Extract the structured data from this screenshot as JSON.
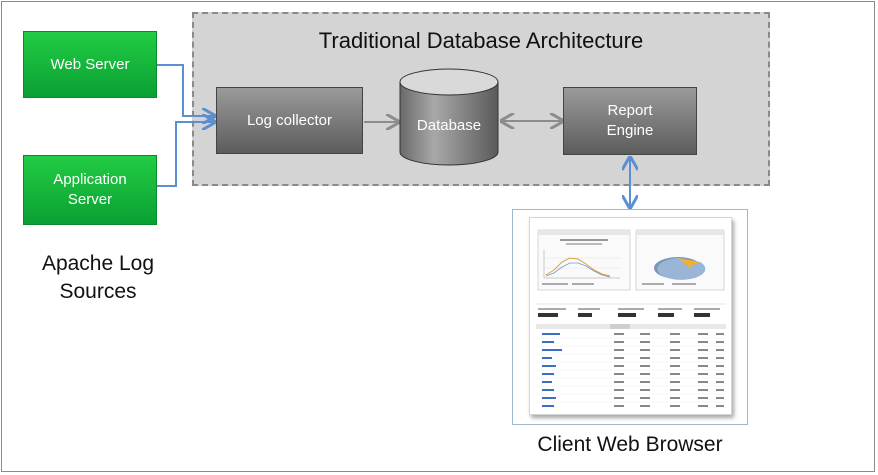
{
  "diagram": {
    "title": "Traditional Database Architecture",
    "nodes": {
      "web_server": "Web Server",
      "app_server": "Application Server",
      "log_collector": "Log collector",
      "database": "Database",
      "report_engine": "Report Engine"
    },
    "captions": {
      "sources": "Apache Log Sources",
      "browser": "Client Web Browser"
    },
    "colors": {
      "source_box": "#0fae3a",
      "component_box": "#7a7a7a",
      "connector_blue": "#5b8fd0",
      "connector_grey": "#8c8c8c",
      "arch_background": "#d4d4d4"
    }
  }
}
